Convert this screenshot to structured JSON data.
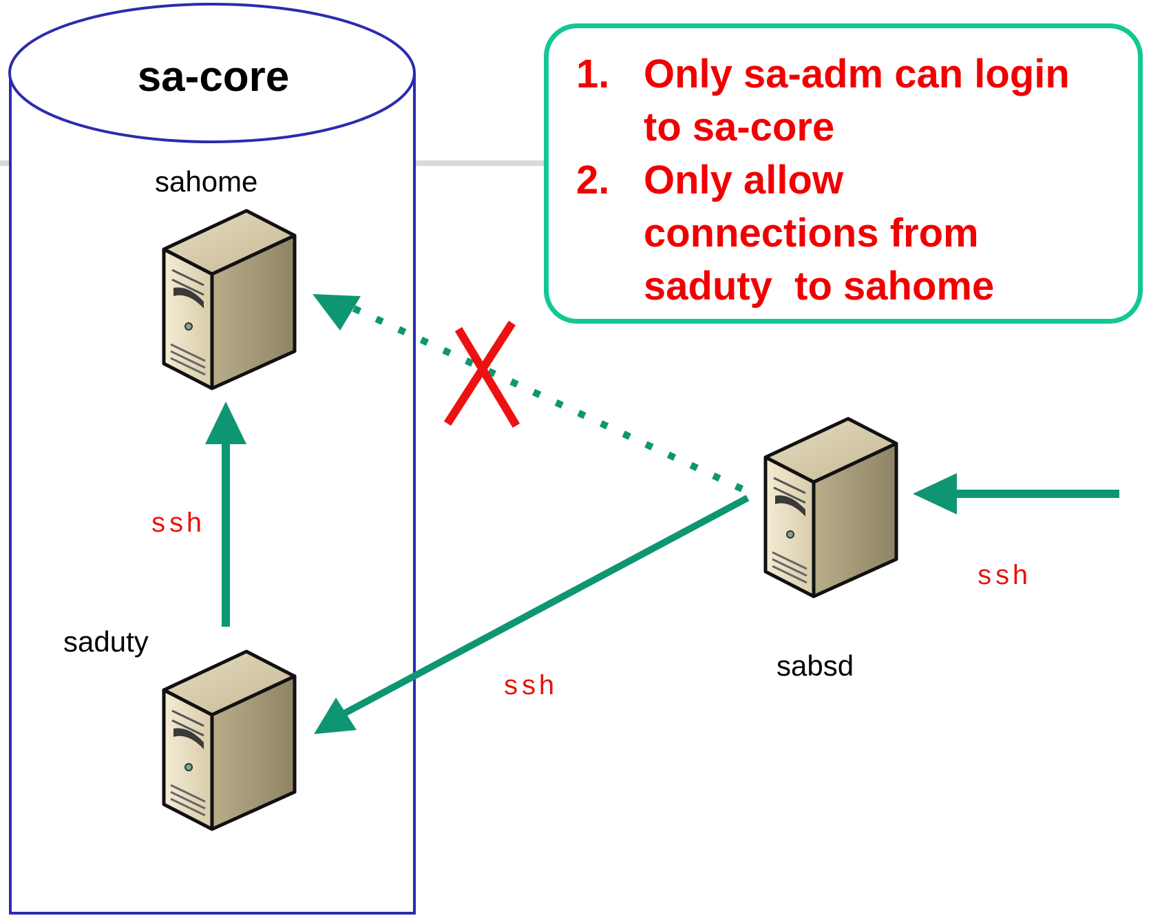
{
  "cluster": {
    "title": "sa-core"
  },
  "hosts": {
    "sahome": "sahome",
    "saduty": "saduty",
    "sabsd": "sabsd"
  },
  "connections": {
    "saduty_to_sahome": "ssh",
    "sabsd_to_saduty": "ssh",
    "external_to_sabsd": "ssh",
    "sabsd_to_sahome_blocked": true
  },
  "rules": [
    {
      "number": "1.",
      "lines": [
        "Only sa-adm can login",
        "to sa-core"
      ]
    },
    {
      "number": "2.",
      "lines": [
        "Only allow",
        "connections from",
        "saduty  to sahome"
      ]
    }
  ],
  "colors": {
    "arrow": "#0e9672",
    "cylinder": "#2b2bb0",
    "rule_text": "#f00000",
    "rule_border": "#13c793",
    "ssh_label": "#e8120c",
    "block_x": "#ee1111"
  },
  "icons": {
    "server": "server-tower-icon",
    "block": "x-mark-icon"
  }
}
